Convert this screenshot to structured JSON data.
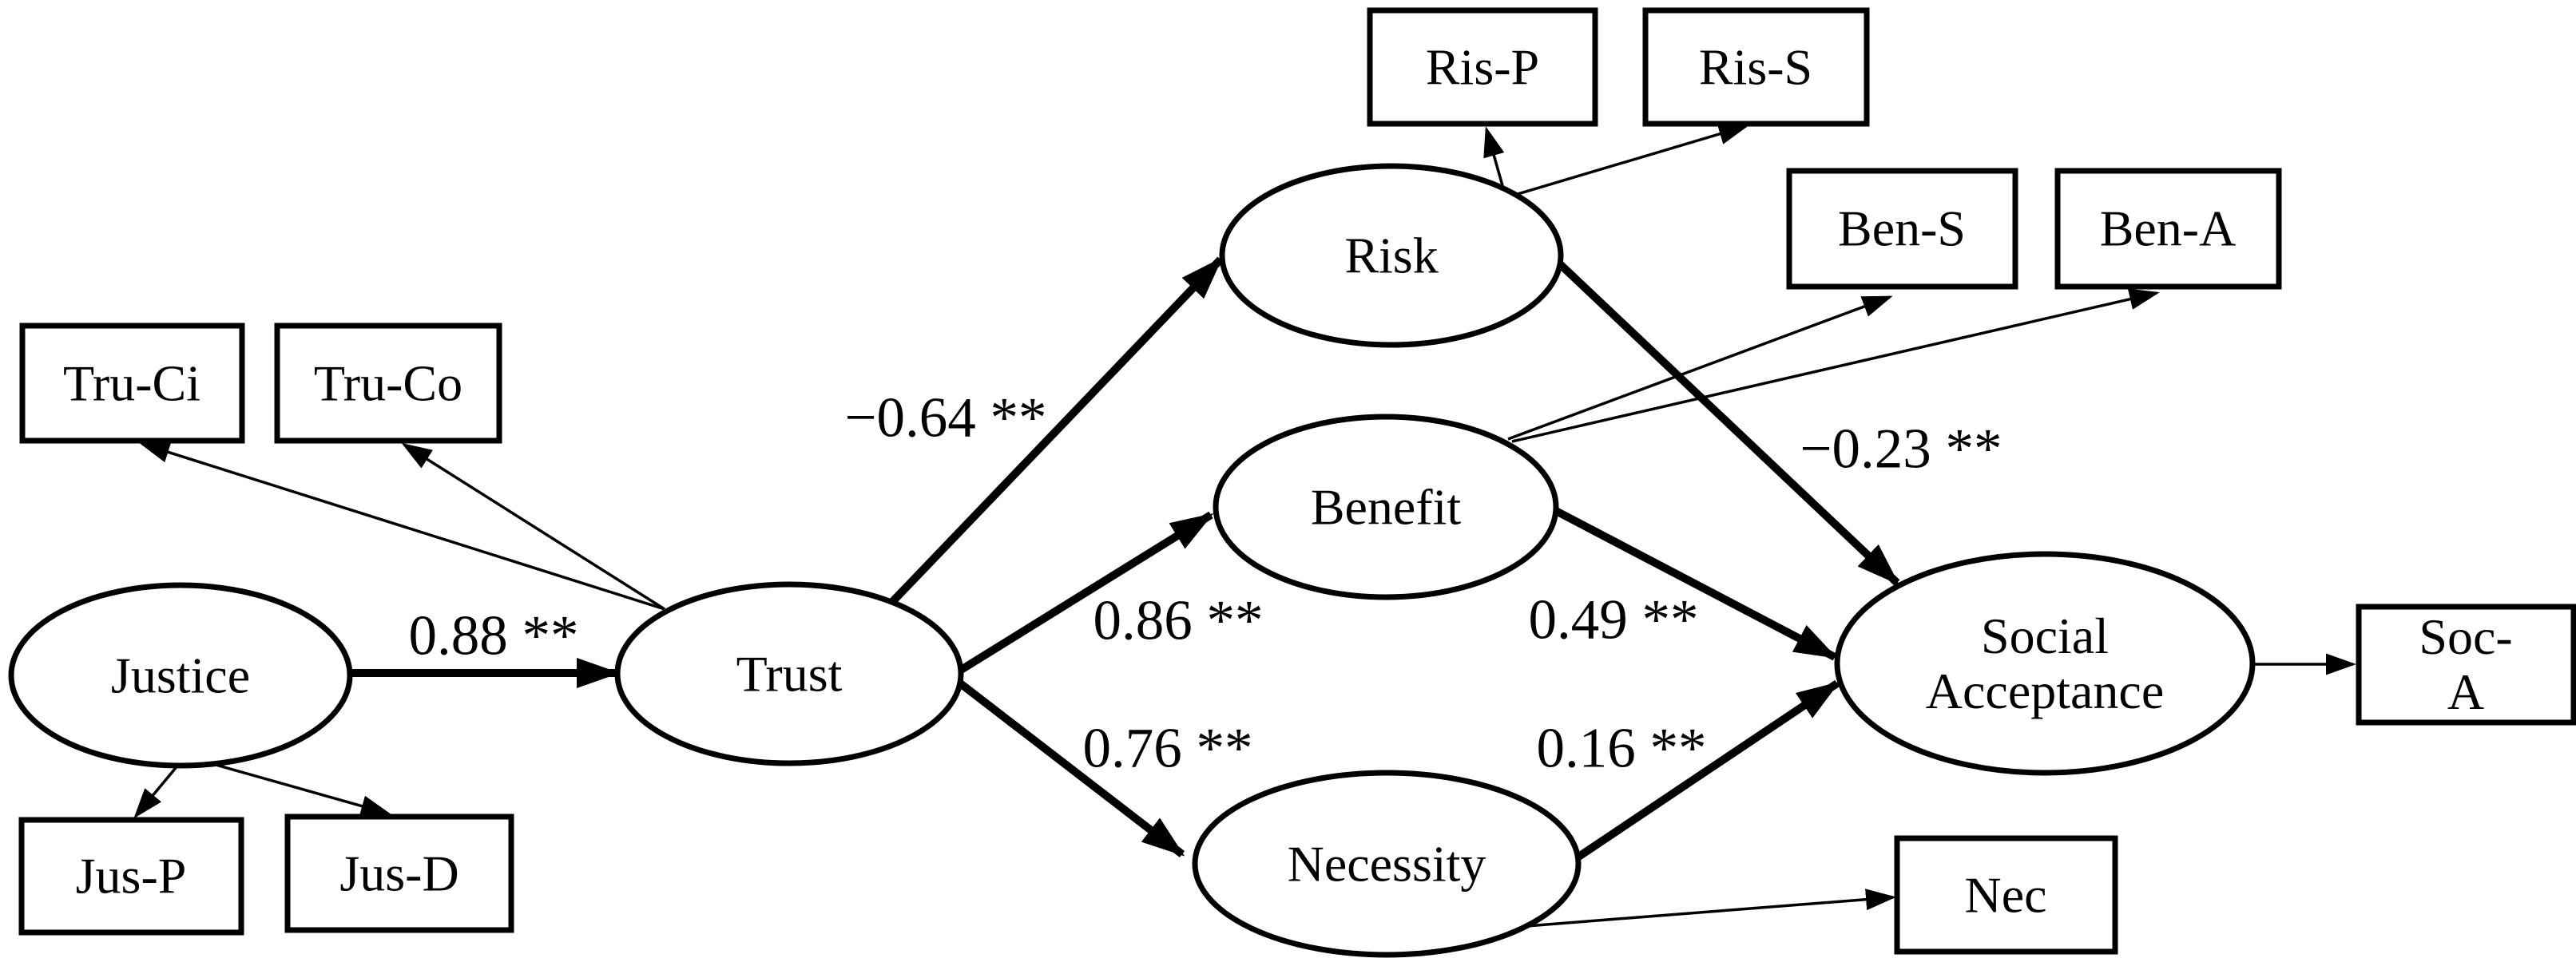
{
  "figure": {
    "type": "structural-equation-model-path-diagram",
    "colors": {
      "ink": "#000000",
      "background": "#ffffff"
    }
  },
  "nodes": {
    "justice": {
      "label": "Justice"
    },
    "trust": {
      "label": "Trust"
    },
    "risk": {
      "label": "Risk"
    },
    "benefit": {
      "label": "Benefit"
    },
    "necessity": {
      "label": "Necessity"
    },
    "social_acceptance": {
      "label": "Social\nAcceptance"
    }
  },
  "indicators": {
    "tru_ci": {
      "label": "Tru-Ci"
    },
    "tru_co": {
      "label": "Tru-Co"
    },
    "ris_p": {
      "label": "Ris-P"
    },
    "ris_s": {
      "label": "Ris-S"
    },
    "ben_s": {
      "label": "Ben-S"
    },
    "ben_a": {
      "label": "Ben-A"
    },
    "jus_p": {
      "label": "Jus-P"
    },
    "jus_d": {
      "label": "Jus-D"
    },
    "nec": {
      "label": "Nec"
    },
    "soc_a": {
      "label": "Soc-A"
    }
  },
  "paths": [
    {
      "from": "Justice",
      "to": "Trust",
      "coefficient": "0.88 **"
    },
    {
      "from": "Trust",
      "to": "Risk",
      "coefficient": "−0.64 **"
    },
    {
      "from": "Trust",
      "to": "Benefit",
      "coefficient": "0.86 **"
    },
    {
      "from": "Trust",
      "to": "Necessity",
      "coefficient": "0.76 **"
    },
    {
      "from": "Risk",
      "to": "Social Acceptance",
      "coefficient": "−0.23 **"
    },
    {
      "from": "Benefit",
      "to": "Social Acceptance",
      "coefficient": "0.49 **"
    },
    {
      "from": "Necessity",
      "to": "Social Acceptance",
      "coefficient": "0.16 **"
    }
  ],
  "measurement_arrows": [
    {
      "from": "Justice",
      "to": "Jus-P"
    },
    {
      "from": "Justice",
      "to": "Jus-D"
    },
    {
      "from": "Trust",
      "to": "Tru-Ci"
    },
    {
      "from": "Trust",
      "to": "Tru-Co"
    },
    {
      "from": "Risk",
      "to": "Ris-P"
    },
    {
      "from": "Risk",
      "to": "Ris-S"
    },
    {
      "from": "Benefit",
      "to": "Ben-S"
    },
    {
      "from": "Benefit",
      "to": "Ben-A"
    },
    {
      "from": "Necessity",
      "to": "Nec"
    },
    {
      "from": "Social Acceptance",
      "to": "Soc-A"
    }
  ]
}
